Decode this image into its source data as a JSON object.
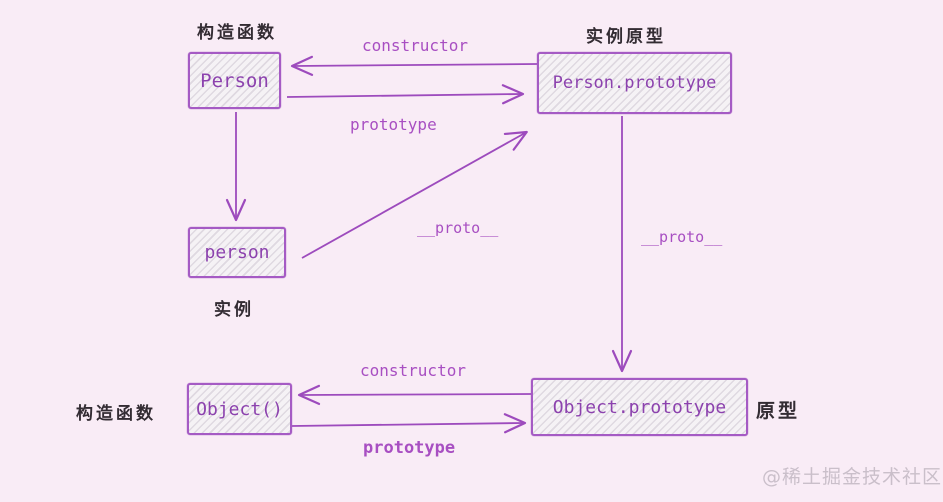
{
  "diagram": {
    "topic": "JavaScript prototype chain",
    "nodes": {
      "person_constructor": {
        "label": "Person"
      },
      "person_prototype": {
        "label": "Person.prototype"
      },
      "person_instance": {
        "label": "person"
      },
      "object_constructor": {
        "label": "Object()"
      },
      "object_prototype": {
        "label": "Object.prototype"
      }
    },
    "annotations": {
      "person_constructor_role": "构造函数",
      "person_prototype_role": "实例原型",
      "person_instance_role": "实例",
      "object_constructor_role": "构造函数",
      "object_prototype_role": "原型"
    },
    "edges": {
      "person_prototype_to_person": {
        "label": "constructor",
        "from": "Person.prototype",
        "to": "Person"
      },
      "person_to_person_prototype": {
        "label": "prototype",
        "from": "Person",
        "to": "Person.prototype"
      },
      "person_new_instance": {
        "label": "",
        "from": "Person",
        "to": "person"
      },
      "person_instance_to_person_prototype": {
        "label": "__proto__",
        "from": "person",
        "to": "Person.prototype"
      },
      "person_prototype_to_object_prototype": {
        "label": "__proto__",
        "from": "Person.prototype",
        "to": "Object.prototype"
      },
      "object_prototype_to_object": {
        "label": "constructor",
        "from": "Object.prototype",
        "to": "Object()"
      },
      "object_to_object_prototype": {
        "label": "prototype",
        "from": "Object()",
        "to": "Object.prototype"
      }
    },
    "watermark": "@稀土掘金技术社区",
    "colors": {
      "background": "#f9ecf6",
      "box_border": "#a55bc4",
      "box_fill": "#f5f2f5",
      "box_text": "#8c42ae",
      "arrow": "#9d4bbd",
      "edge_label": "#a84fc2",
      "annotation_text": "#332c33",
      "watermark_text": "#cabfca"
    }
  }
}
